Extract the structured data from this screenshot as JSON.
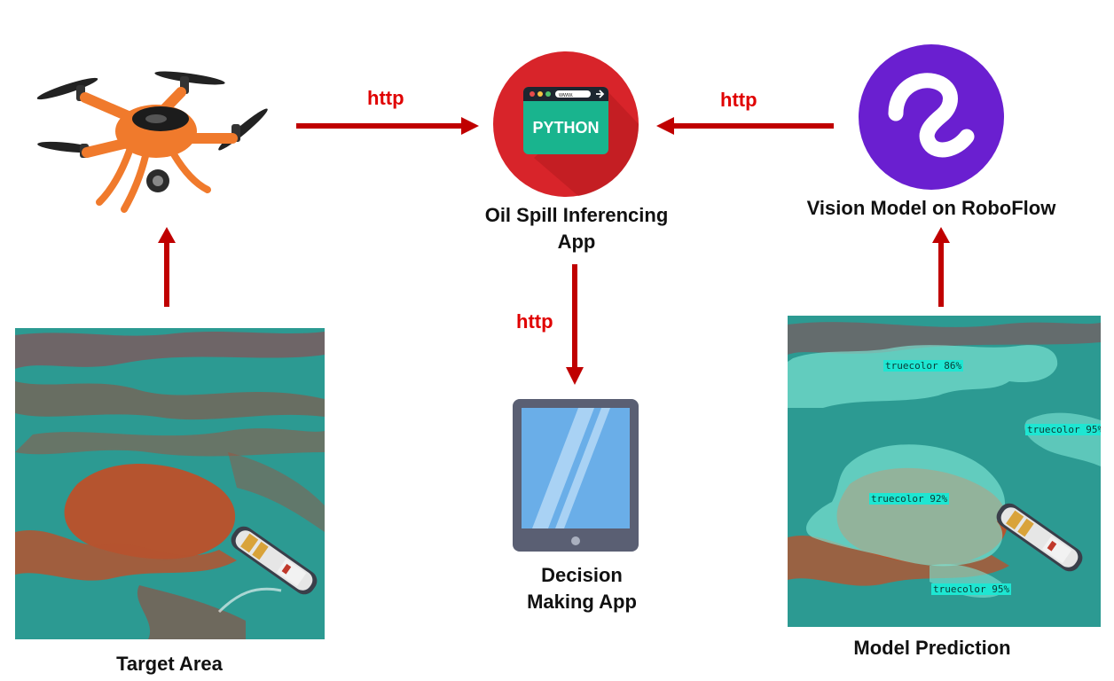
{
  "arrows": {
    "drone_to_app": "http",
    "model_to_app": "http",
    "app_to_decision": "http"
  },
  "nodes": {
    "python_app": {
      "badge_text": "PYTHON",
      "address_text": "www.",
      "label_line1": "Oil Spill Inferencing",
      "label_line2": "App"
    },
    "roboflow": {
      "label": "Vision Model on RoboFlow"
    },
    "target_area": {
      "label": "Target Area"
    },
    "decision_app": {
      "label_line1": "Decision",
      "label_line2": "Making App"
    },
    "model_prediction": {
      "label": "Model Prediction"
    }
  },
  "detections": [
    {
      "text": "truecolor 86%"
    },
    {
      "text": "truecolor 95%"
    },
    {
      "text": "truecolor 92%"
    },
    {
      "text": "truecolor 95%"
    }
  ],
  "colors": {
    "arrow": "#c00000",
    "http_text": "#e00000",
    "python_circle": "#d8242a",
    "python_badge": "#19b48e",
    "roboflow_circle": "#6a1fd0",
    "drone_body": "#f07a2c",
    "tablet_frame": "#5a5f73",
    "tablet_screen": "#6aaee8",
    "sea": "#2c9a92",
    "oil": "#b5542f",
    "mask": "#7fe6d6"
  }
}
